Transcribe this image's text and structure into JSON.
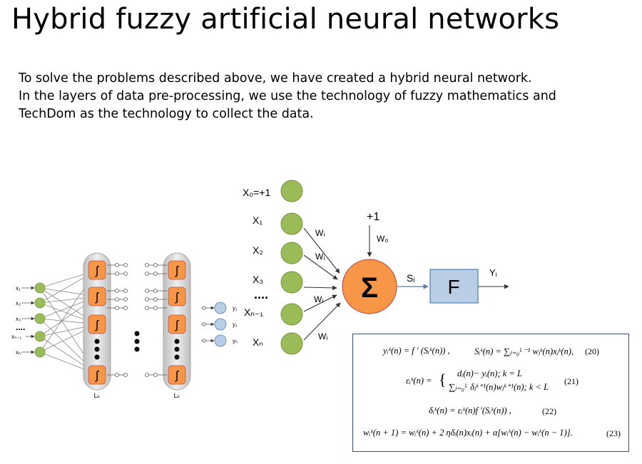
{
  "title": "Hybrid fuzzy artificial neural networks",
  "paragraph": [
    "To solve the problems described above, we have created a hybrid neural network.",
    "In the layers of data pre-processing, we use the technology of fuzzy mathematics and",
    "TechDom as the technology to collect the data."
  ],
  "diagram": {
    "input_labels": [
      "x₁",
      "x₂",
      "x₃",
      "xₙ₋₁",
      "xₙ"
    ],
    "input_dots": "....",
    "layer_label": "Lₖ",
    "fuzzy_symbol": "ʃ",
    "output_labels": [
      "y₁",
      "y₁",
      "yₙ"
    ],
    "neuron_inputs": [
      "X₀=+1",
      "X₁",
      "X₂",
      "X₃",
      "Xₙ₋₁",
      "Xₙ"
    ],
    "neuron_dots": "....",
    "weights": [
      "Wᵢ",
      "Wᵢ",
      "Wᵢ",
      "Wᵢ"
    ],
    "bias_label": "+1",
    "bias_weight": "W₀",
    "sum_symbol": "Σ",
    "sum_output": "Sᵢ",
    "activation": "F",
    "output": "Yᵢ",
    "colors": {
      "neuron_green": "#9bbb59",
      "fuzzy_orange": "#f79646",
      "sum_orange": "#f79646",
      "activation_blue": "#b9cde5",
      "column_gray": "#d9d9d9"
    }
  },
  "equations": [
    {
      "lhs": "yᵢᵏ(n) = f ′ (Sᵢᵏ(n)) ,",
      "rhs": "Sᵢᵏ(n) = ∑ⱼ₌₀ᴸ⁻¹ wⱼᵏ(n)xⱼᵏ(n),",
      "num": "(20)"
    },
    {
      "lhs": "εᵢᵏ(n) =",
      "case1": "dᵢ(n)− yᵢ(n); k = L",
      "case2": "∑ⱼ₌₀ᴸ δⱼᵏ⁺¹(n)wⱼᵏ⁺¹(n); k < L",
      "num": "(21)"
    },
    {
      "lhs": "δᵢᵏ(n) = εᵢᵏ(n)f ′(Sᵢᵏ(n)) ,",
      "num": "(22)"
    },
    {
      "lhs": "wᵢᵏ(n + 1) = wᵢᵏ(n) + 2 ηδᵢ(n)xᵢ(n) + α[wᵢᵏ(n) − wᵢᵏ(n − 1)].",
      "num": "(23)"
    }
  ]
}
